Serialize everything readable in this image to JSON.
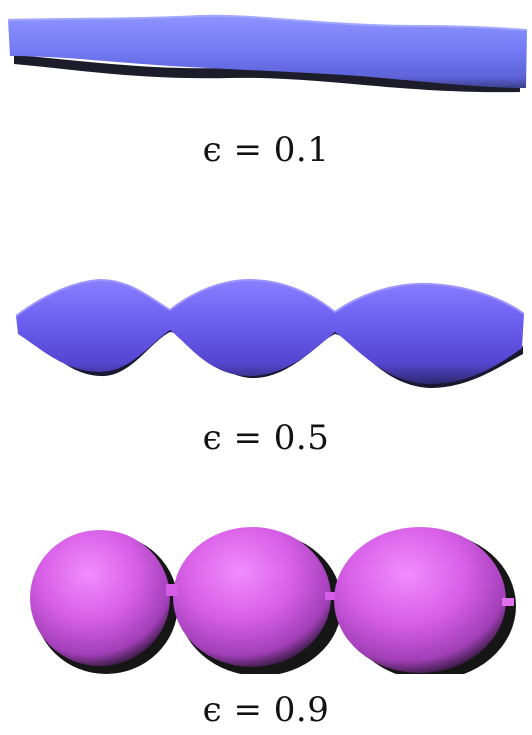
{
  "panels": [
    {
      "epsilon_label": "ϵ = 0.1",
      "color": "#6f76f2"
    },
    {
      "epsilon_label": "ϵ = 0.5",
      "color": "#6a5ee8"
    },
    {
      "epsilon_label": "ϵ = 0.9",
      "color": "#d85ee8"
    }
  ]
}
